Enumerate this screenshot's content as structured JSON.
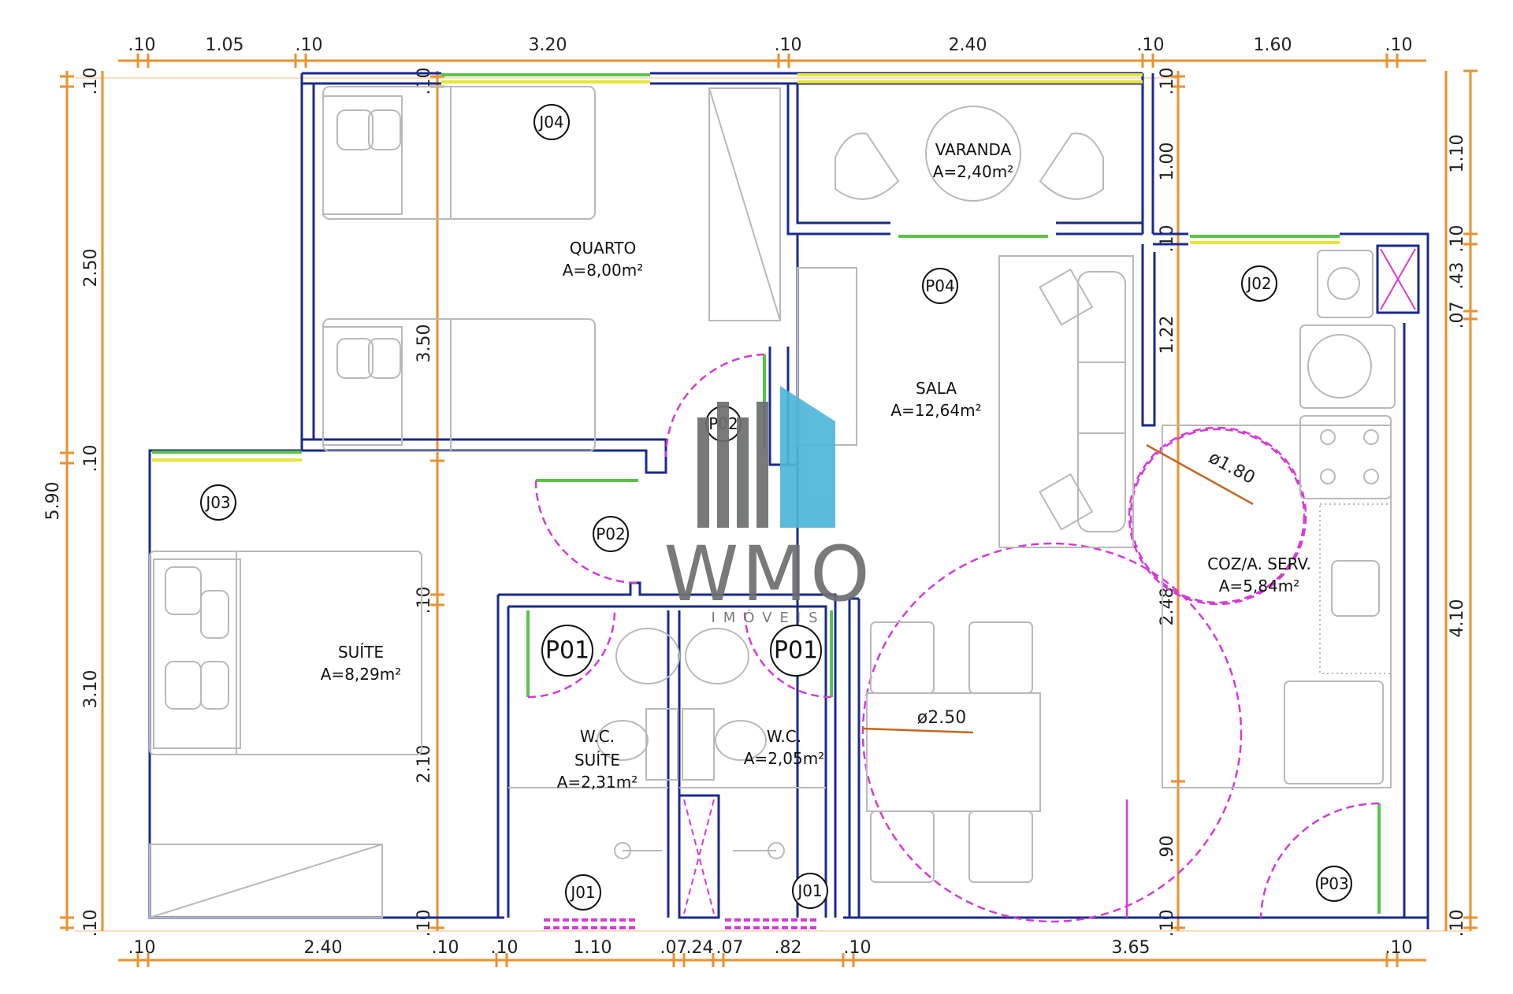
{
  "dims_top": [
    ".10",
    "1.05",
    ".10",
    "3.20",
    ".10",
    "2.40",
    ".10",
    "1.60",
    ".10"
  ],
  "dims_bottom": [
    ".10",
    "2.40",
    ".10",
    ".10",
    "1.10",
    ".07",
    ".24",
    ".07",
    ".82",
    ".10",
    "3.65",
    ".10"
  ],
  "dims_left": [
    ".10",
    "2.50",
    ".10",
    "5.90",
    "3.10",
    ".10"
  ],
  "dims_right": [
    "1.10",
    ".10",
    ".43",
    ".07",
    "4.10",
    ".10"
  ],
  "dims_inner": [
    ".10",
    "3.50",
    ".10",
    "2.10",
    ".10",
    ".10",
    "1.00",
    ".10",
    "1.22",
    "2.48",
    ".90",
    ".10"
  ],
  "rooms": {
    "quarto": {
      "name": "QUARTO",
      "area": "A=8,00m²"
    },
    "varanda": {
      "name": "VARANDA",
      "area": "A=2,40m²"
    },
    "sala": {
      "name": "SALA",
      "area": "A=12,64m²"
    },
    "suite": {
      "name": "SUÍTE",
      "area": "A=8,29m²"
    },
    "wc_suite": {
      "name1": "W.C.",
      "name2": "SUÍTE",
      "area": "A=2,31m²"
    },
    "wc": {
      "name": "W.C.",
      "area": "A=2,05m²"
    },
    "cozinha": {
      "name": "COZ/A. SERV.",
      "area": "A=5,84m²"
    }
  },
  "tags": {
    "j04": "J04",
    "j02": "J02",
    "j03": "J03",
    "p04": "P04",
    "p02a": "P02",
    "p02b": "P02",
    "p01a": "P01",
    "p01b": "P01",
    "j01a": "J01",
    "j01b": "J01",
    "p03": "P03"
  },
  "circles": {
    "c1": "ø1.80",
    "c2": "ø2.50"
  },
  "logo": {
    "name": "WMO",
    "sub": "IMÓVEIS"
  },
  "colors": {
    "dim_line": "#e8912e",
    "wall": "#1a2a8c",
    "door_arc": "#d63ad6",
    "window": "#5cc24a",
    "logo_blue": "#4fb6d8",
    "logo_gray": "#6d6e70"
  }
}
